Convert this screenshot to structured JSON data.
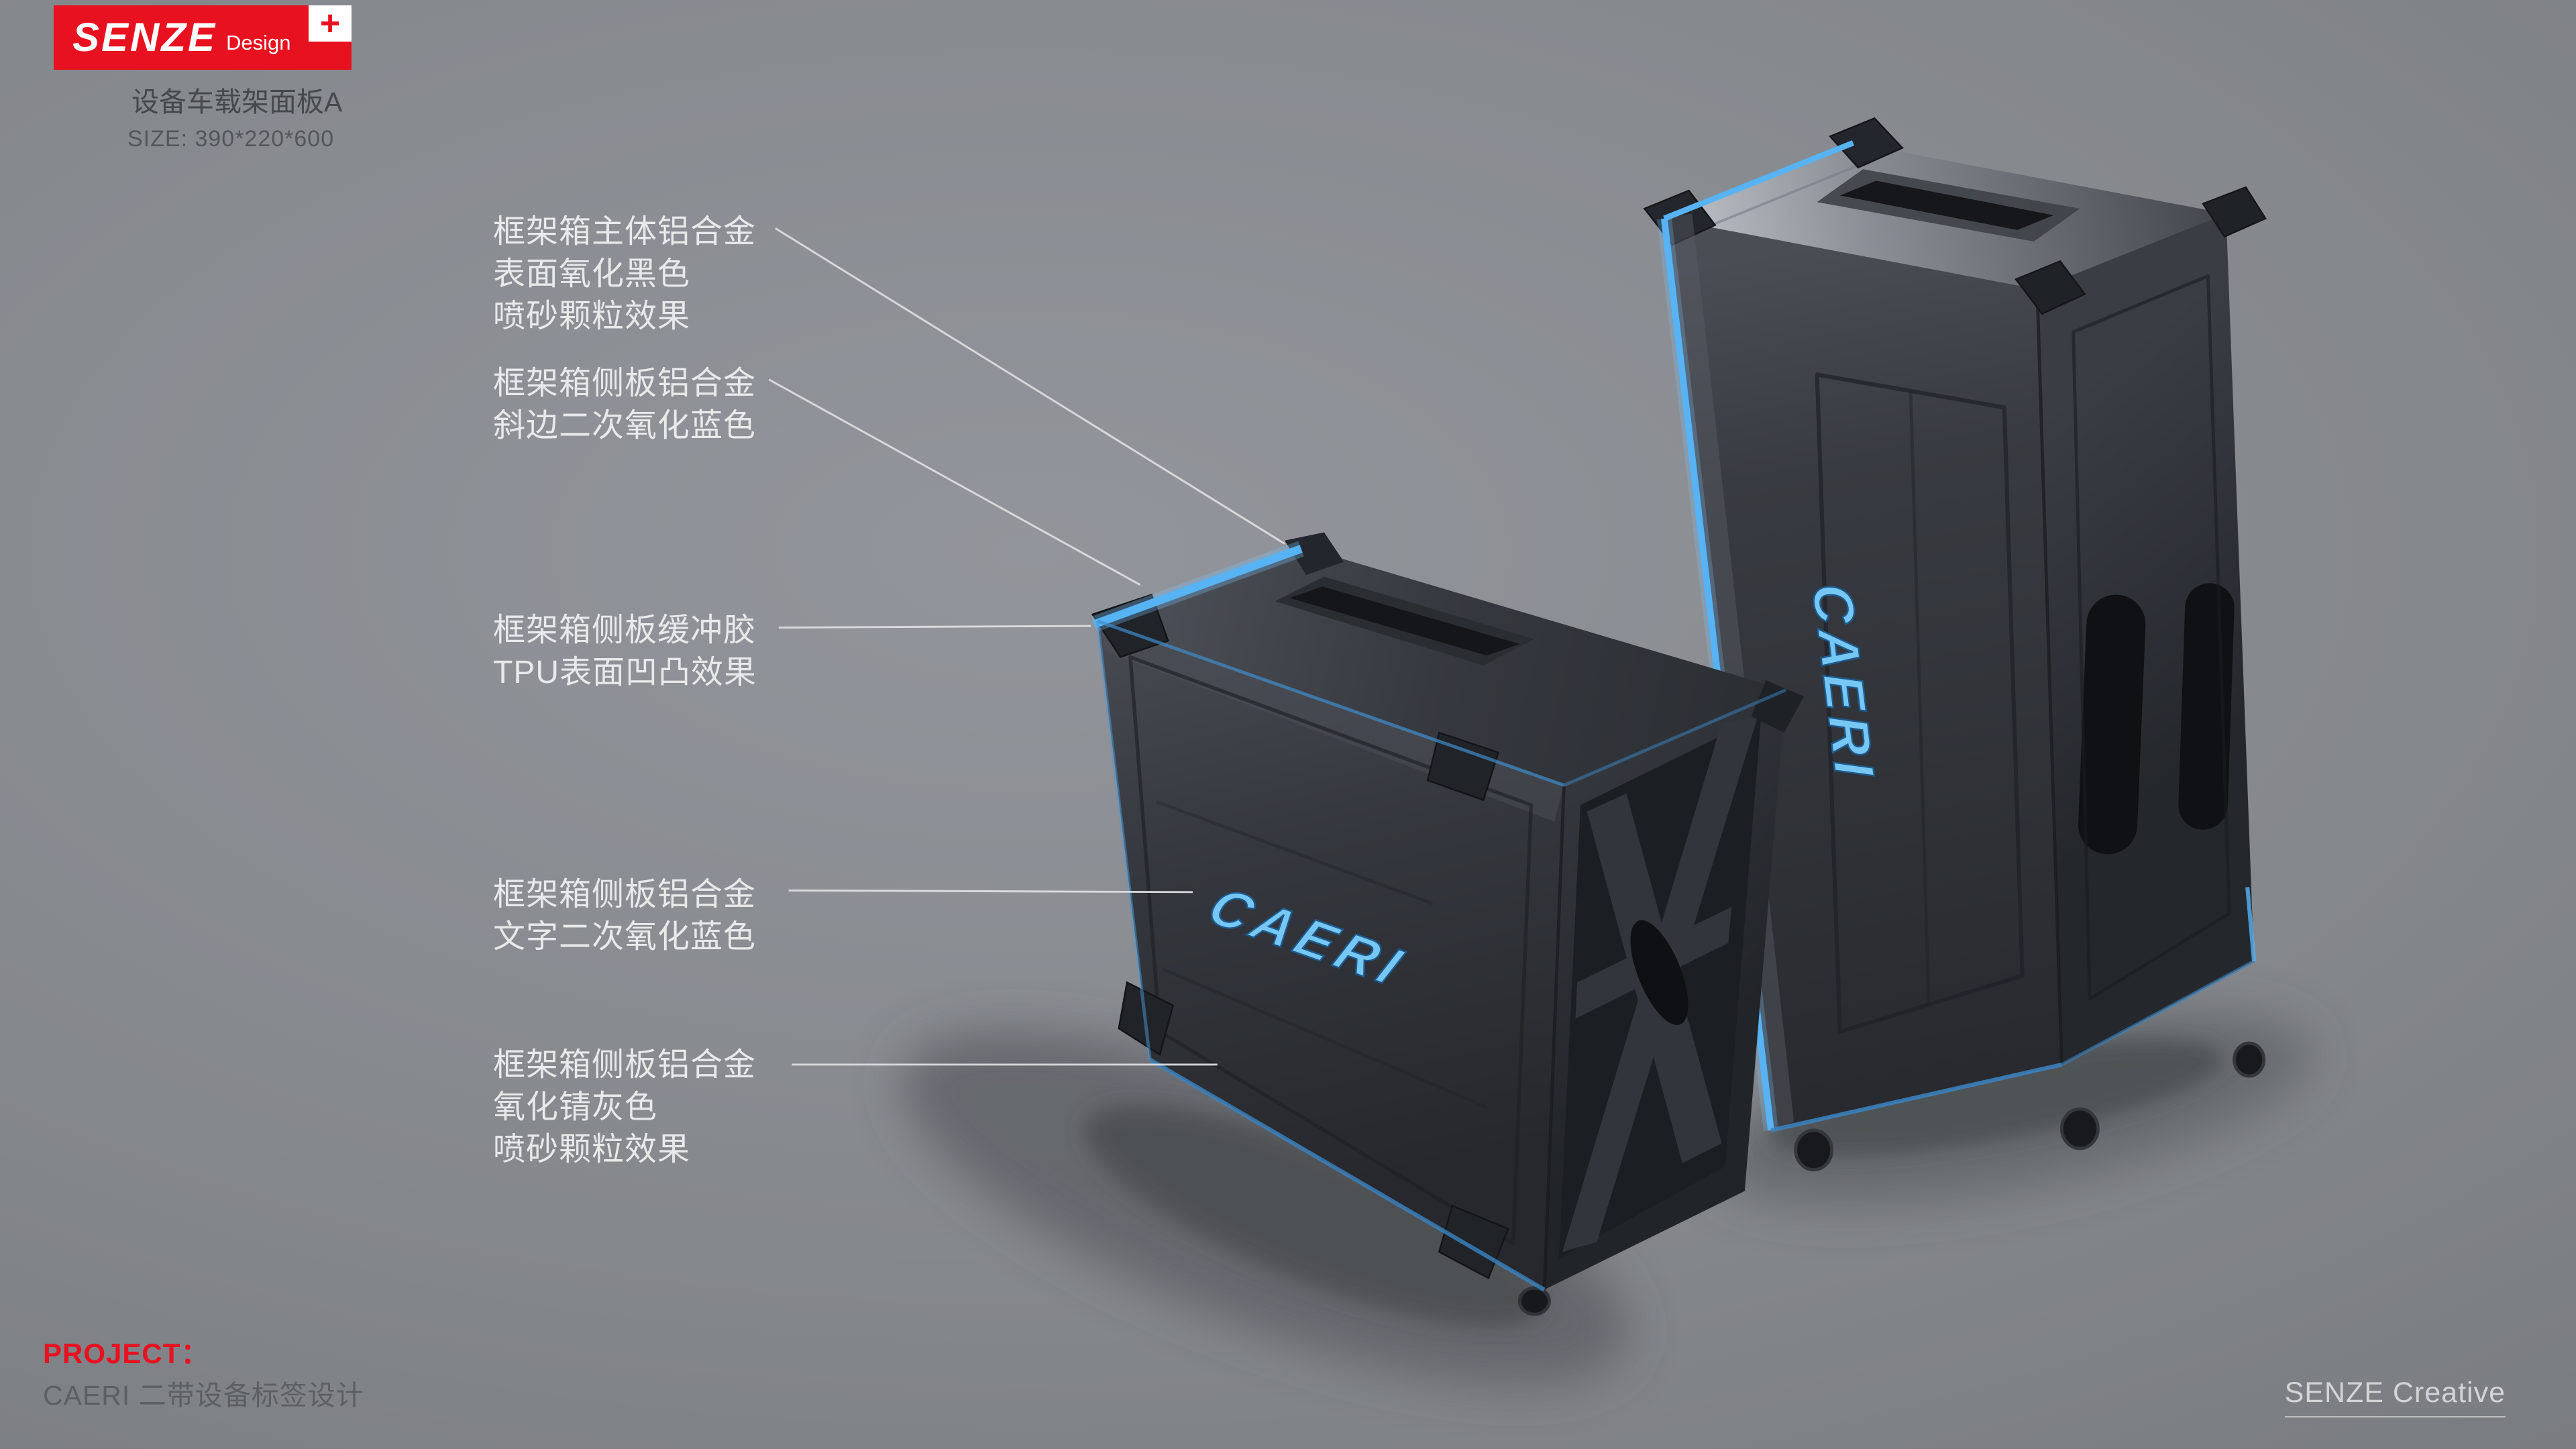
{
  "colors": {
    "brand_red": "#e8111f",
    "accent_blue": "#57b3f4",
    "logo_blue": "#77c7f5",
    "background_gray": "#84878c"
  },
  "logo": {
    "brand": "SENZE",
    "suffix": "Design",
    "plus": "+"
  },
  "header": {
    "title": "设备车载架面板A",
    "size": "SIZE: 390*220*600"
  },
  "annotations": [
    {
      "lines": [
        "框架箱主体铝合金",
        "表面氧化黑色",
        "喷砂颗粒效果"
      ]
    },
    {
      "lines": [
        "框架箱侧板铝合金",
        "斜边二次氧化蓝色"
      ]
    },
    {
      "lines": [
        "框架箱侧板缓冲胶",
        "TPU表面凹凸效果"
      ]
    },
    {
      "lines": [
        "框架箱侧板铝合金",
        "文字二次氧化蓝色"
      ]
    },
    {
      "lines": [
        "框架箱侧板铝合金",
        "氧化锖灰色",
        "喷砂颗粒效果"
      ]
    }
  ],
  "product": {
    "logo_text": "CAERI"
  },
  "footer": {
    "project_label": "PROJECT：",
    "project_name": "CAERI 二带设备标签设计",
    "credit": "SENZE Creative"
  }
}
